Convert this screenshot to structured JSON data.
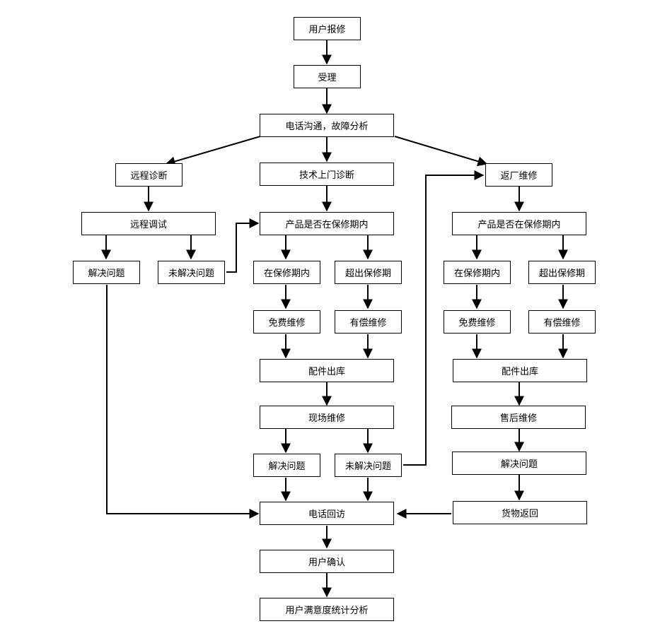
{
  "nodes": {
    "user_report": "用户报修",
    "accept": "受理",
    "phone_analysis": "电话沟通，故障分析",
    "remote_diagnosis": "远程诊断",
    "onsite_diagnosis": "技术上门诊断",
    "return_factory": "返厂维修",
    "remote_debug": "远程调试",
    "onsite_warranty_check": "产品是否在保修期内",
    "factory_warranty_check": "产品是否在保修期内",
    "remote_solved": "解决问题",
    "remote_unsolved": "未解决问题",
    "onsite_in_warranty": "在保修期内",
    "onsite_out_warranty": "超出保修期",
    "factory_in_warranty": "在保修期内",
    "factory_out_warranty": "超出保修期",
    "onsite_free_repair": "免费维修",
    "onsite_paid_repair": "有偿维修",
    "factory_free_repair": "免费维修",
    "factory_paid_repair": "有偿维修",
    "onsite_parts_out": "配件出库",
    "factory_parts_out": "配件出库",
    "onsite_repair": "现场维修",
    "after_sales_repair": "售后维修",
    "onsite_solved": "解决问题",
    "onsite_unsolved": "未解决问题",
    "factory_solved": "解决问题",
    "goods_return": "货物返回",
    "phone_followup": "电话回访",
    "user_confirm": "用户确认",
    "satisfaction_stats": "用户满意度统计分析"
  }
}
